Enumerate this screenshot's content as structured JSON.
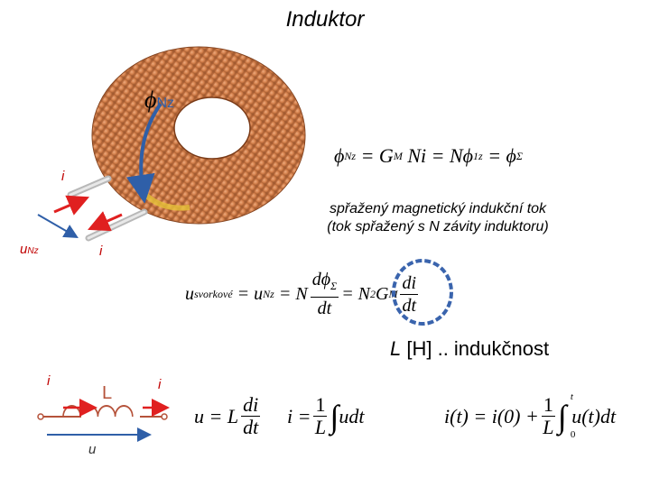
{
  "title": "Induktor",
  "flux_label": "ϕ",
  "flux_sub": "Nz",
  "current_label_top": "i",
  "current_label_bottom": "i",
  "voltage_label": "u",
  "voltage_sub": "Nz",
  "flux_description_line1": "spřažený magnetický indukční tok",
  "flux_description_line2": "(tok spřažený s N závity induktoru)",
  "inductance": {
    "symbol": "L",
    "unit": " [H] .. indukčnost"
  },
  "circuit": {
    "current_left": "i",
    "current_right": "i",
    "coil_label": "L",
    "voltage": "u"
  },
  "colors": {
    "copper": "#c8763f",
    "arrow_blue": "#2f5fa8",
    "current_red": "#e02020",
    "circle_blue": "#3a64ad",
    "coil_brown": "#b5523a"
  }
}
